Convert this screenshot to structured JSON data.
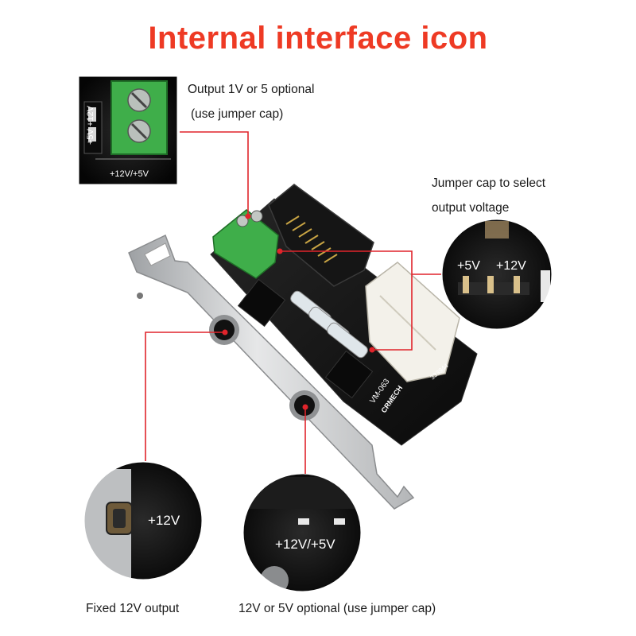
{
  "title": "Internal interface icon",
  "callouts": {
    "top_line1": "Output 1V or 5 optional",
    "top_line2": "(use jumper cap)",
    "right_line1": "Jumper cap to select",
    "right_line2": "output voltage",
    "bottom_left": "Fixed 12V output",
    "bottom_right": "12V or 5V optional (use jumper cap)"
  },
  "board_labels": {
    "terminal_header": "+5V +12V",
    "terminal_label": "+12V/+5V",
    "jumper_5v": "+5V",
    "jumper_12v": "+12V",
    "port_12v": "+12V",
    "port_dual": "+12V/+5V",
    "model_code": "VM-063",
    "brand": "CRMECH",
    "serial": "333944"
  },
  "colors": {
    "title_red": "#ee3a24",
    "pointer_red": "#e0242b",
    "pcb_black": "#141414",
    "terminal_green": "#3fae4a",
    "bracket_silver": "#c9cbcd"
  }
}
